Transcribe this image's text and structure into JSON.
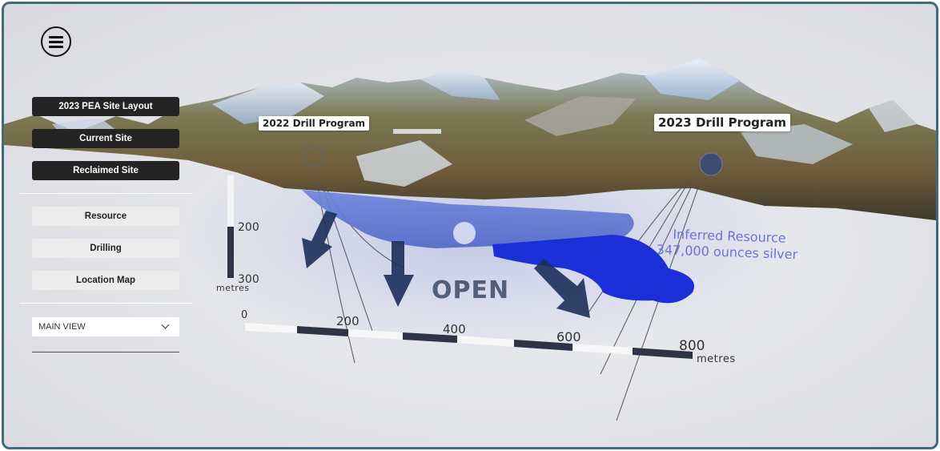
{
  "sidebar": {
    "site_buttons": [
      {
        "label": "2023 PEA Site Layout"
      },
      {
        "label": "Current Site"
      },
      {
        "label": "Reclaimed Site"
      }
    ],
    "layer_buttons": [
      {
        "label": "Resource"
      },
      {
        "label": "Drilling"
      },
      {
        "label": "Location Map"
      }
    ],
    "view_select": {
      "value": "MAIN VIEW"
    }
  },
  "scene": {
    "labels": {
      "drill_2022": "2022 Drill Program",
      "drill_2023": "2023 Drill Program",
      "resource_line1": "Inferred Resource",
      "resource_line2": "347,000 ounces silver",
      "open": "OPEN"
    },
    "vertical_scale": {
      "ticks": [
        "200",
        "300"
      ],
      "unit": "metres"
    },
    "horizontal_scale": {
      "ticks": [
        "0",
        "200",
        "400",
        "600",
        "800"
      ],
      "unit": "metres"
    }
  },
  "colors": {
    "frame_border": "#3f6a83",
    "dark_button": "#242424",
    "light_button": "#ececec",
    "resource_blue": "#1a2fd8",
    "arrow_navy": "#1d2f5a",
    "resource_text": "#6a72d6"
  }
}
